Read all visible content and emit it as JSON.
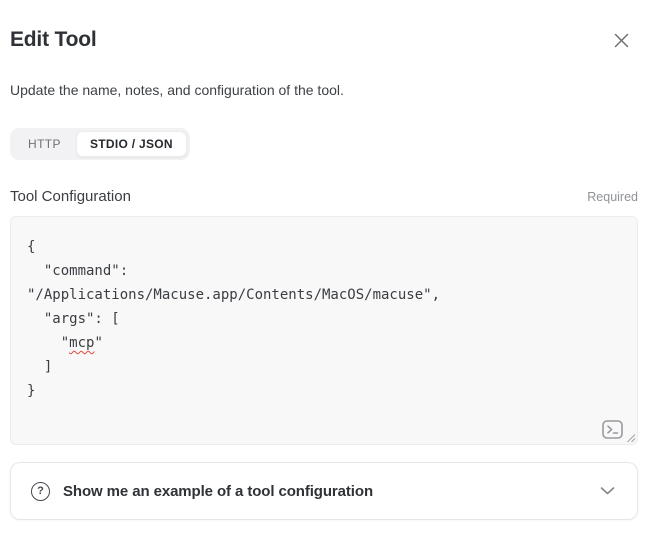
{
  "dialog": {
    "title": "Edit Tool",
    "subtitle": "Update the name, notes, and configuration of the tool."
  },
  "tabs": {
    "items": [
      {
        "label": "HTTP",
        "active": false
      },
      {
        "label": "STDIO / JSON",
        "active": true
      }
    ]
  },
  "config_field": {
    "label": "Tool Configuration",
    "required_label": "Required",
    "code": {
      "line1": "{",
      "line2": "  \"command\":",
      "line3": "\"/Applications/Macuse.app/Contents/MacOS/macuse\",",
      "line4": "  \"args\": [",
      "line5_prefix": "    \"",
      "line5_word": "mcp",
      "line5_suffix": "\"",
      "line6": "  ]",
      "line7": "}"
    }
  },
  "example_section": {
    "label": "Show me an example of a tool configuration",
    "help_icon_glyph": "?"
  },
  "icons": {
    "close": "x-icon",
    "terminal": "terminal-prompt-icon",
    "resize": "resize-grip-icon",
    "help": "question-circle-icon",
    "expand": "chevron-down-icon"
  },
  "colors": {
    "title_text": "#2e3136",
    "body_text": "#3e4146",
    "muted_text": "#8f9297",
    "editor_background": "#f8f8f9",
    "editor_border": "#ececee",
    "card_border": "#e6e6e8",
    "tab_track_background": "#f2f2f4",
    "active_tab_background": "#ffffff",
    "misspell_underline": "#e04a3a"
  }
}
